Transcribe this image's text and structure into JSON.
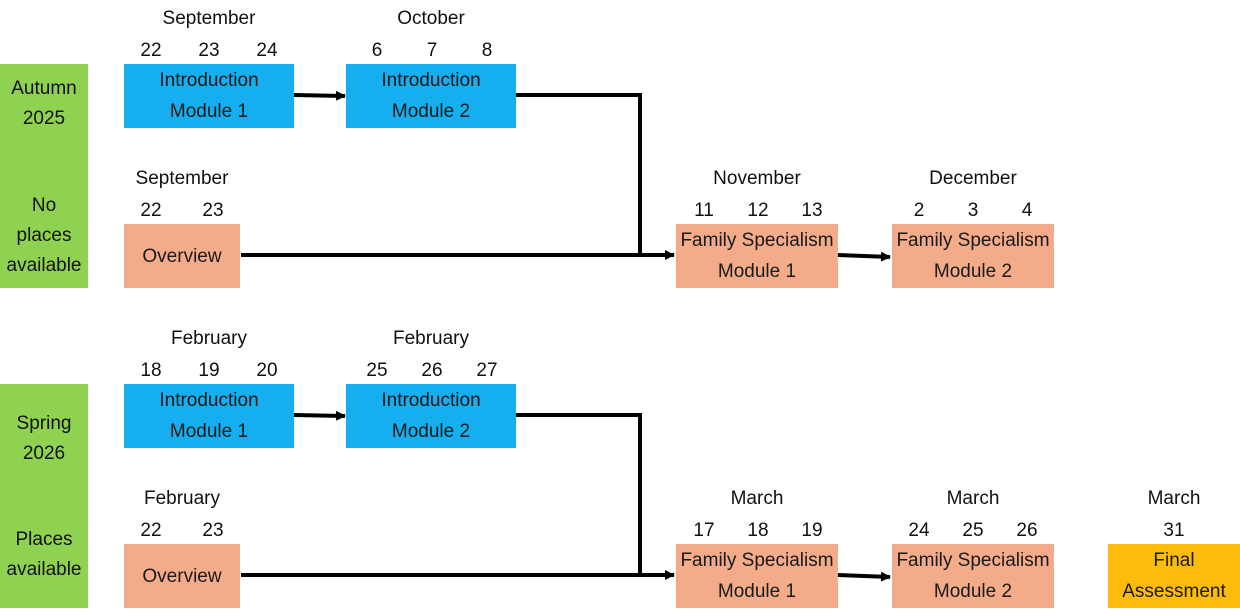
{
  "autumn": {
    "side_top": "Autumn\n2025",
    "side_bottom": "No\nplaces\navailable",
    "intro1": {
      "month": "September",
      "days": [
        "22",
        "23",
        "24"
      ],
      "label": "Introduction\nModule 1"
    },
    "intro2": {
      "month": "October",
      "days": [
        "6",
        "7",
        "8"
      ],
      "label": "Introduction\nModule 2"
    },
    "overview": {
      "month": "September",
      "days": [
        "22",
        "23"
      ],
      "label": "Overview"
    },
    "family1": {
      "month": "November",
      "days": [
        "11",
        "12",
        "13"
      ],
      "label": "Family Specialism\nModule 1"
    },
    "family2": {
      "month": "December",
      "days": [
        "2",
        "3",
        "4"
      ],
      "label": "Family Specialism\nModule 2"
    }
  },
  "spring": {
    "side_top": "Spring\n2026",
    "side_bottom": "Places\navailable",
    "intro1": {
      "month": "February",
      "days": [
        "18",
        "19",
        "20"
      ],
      "label": "Introduction\nModule 1"
    },
    "intro2": {
      "month": "February",
      "days": [
        "25",
        "26",
        "27"
      ],
      "label": "Introduction\nModule 2"
    },
    "overview": {
      "month": "February",
      "days": [
        "22",
        "23"
      ],
      "label": "Overview"
    },
    "family1": {
      "month": "March",
      "days": [
        "17",
        "18",
        "19"
      ],
      "label": "Family Specialism\nModule 1"
    },
    "family2": {
      "month": "March",
      "days": [
        "24",
        "25",
        "26"
      ],
      "label": "Family Specialism\nModule 2"
    },
    "final": {
      "month": "March",
      "days": [
        "31"
      ],
      "label": "Final\nAssessment"
    }
  },
  "colors": {
    "introduction": "#15aeef",
    "overview_family": "#f3ab8a",
    "term_label": "#8fd150",
    "final_assessment": "#fdbc0b"
  }
}
